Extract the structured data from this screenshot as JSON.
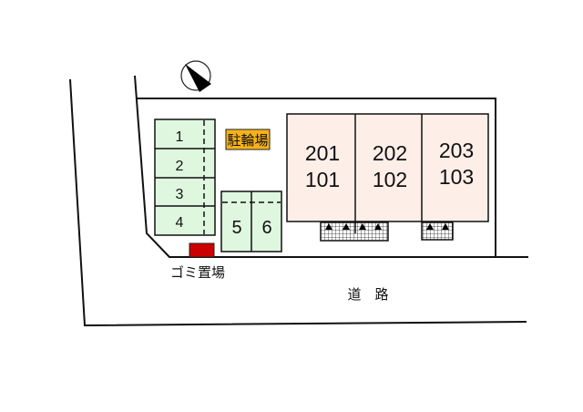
{
  "title": "site-plan",
  "colors": {
    "parking_fill": "#dff7df",
    "unit_fill": "#fdeee8",
    "bike_fill": "#f6b21a",
    "garbage_fill": "#cc0000",
    "line": "#111111"
  },
  "compass": {
    "direction": "north-arrow"
  },
  "parking_left": [
    {
      "label": "1"
    },
    {
      "label": "2"
    },
    {
      "label": "3"
    },
    {
      "label": "4"
    }
  ],
  "parking_right": [
    {
      "label": "5"
    },
    {
      "label": "6"
    }
  ],
  "bicycle_parking": {
    "label": "駐輪場"
  },
  "garbage": {
    "label": "ゴミ置場"
  },
  "road": {
    "label": "道　路"
  },
  "units": [
    {
      "upper": "201",
      "lower": "101"
    },
    {
      "upper": "202",
      "lower": "102"
    },
    {
      "upper": "203",
      "lower": "103"
    }
  ]
}
